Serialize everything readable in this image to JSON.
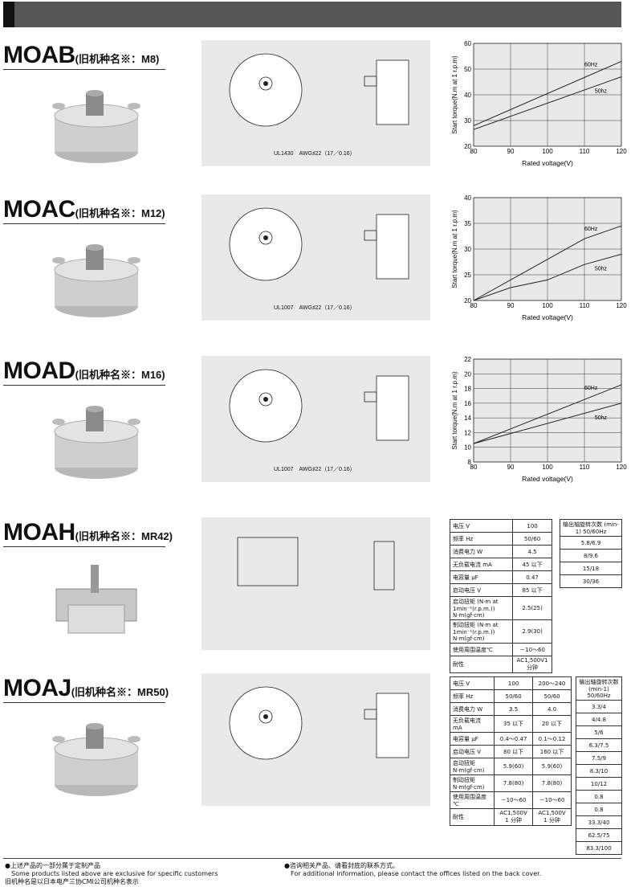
{
  "sections": [
    {
      "model": "MOAB",
      "old": "(旧机种名※：M8)",
      "cable": "UL1430　AWG♯22（17／0.16）",
      "chart_data": {
        "type": "line",
        "xlabel": "Rated voltage(V)",
        "ylabel": "Start torque(N.m at 1 r.p.m)",
        "xlim": [
          80,
          120
        ],
        "ylim": [
          20,
          60
        ],
        "xticks": [
          80,
          90,
          100,
          110,
          120
        ],
        "yticks": [
          20,
          30,
          40,
          50,
          60
        ],
        "series": [
          {
            "name": "60Hz",
            "x": [
              80,
              120
            ],
            "y": [
              28,
              53
            ]
          },
          {
            "name": "50hz",
            "x": [
              80,
              120
            ],
            "y": [
              26.5,
              47
            ]
          }
        ]
      }
    },
    {
      "model": "MOAC",
      "old": "(旧机种名※：M12)",
      "cable": "UL1007　AWG♯22（17／0.16）",
      "chart_data": {
        "type": "line",
        "xlabel": "Rated voltage(V)",
        "ylabel": "Start torque(N.m at 1 r.p.m)",
        "xlim": [
          80,
          120
        ],
        "ylim": [
          20,
          40
        ],
        "xticks": [
          80,
          90,
          100,
          110,
          120
        ],
        "yticks": [
          20,
          25,
          30,
          35,
          40
        ],
        "series": [
          {
            "name": "60Hz",
            "x": [
              80,
              90,
              100,
              110,
              120
            ],
            "y": [
              20,
              24,
              28,
              32,
              34.5
            ]
          },
          {
            "name": "50hz",
            "x": [
              80,
              90,
              100,
              110,
              120
            ],
            "y": [
              20,
              22.5,
              24,
              27,
              29
            ]
          }
        ]
      }
    },
    {
      "model": "MOAD",
      "old": "(旧机种名※：M16)",
      "cable": "UL1007　AWG♯22（17／0.16）",
      "chart_data": {
        "type": "line",
        "xlabel": "Rated voltage(V)",
        "ylabel": "Start torque(N.m at 1 r.p.m)",
        "xlim": [
          80,
          120
        ],
        "ylim": [
          8,
          22
        ],
        "xticks": [
          80,
          90,
          100,
          110,
          120
        ],
        "yticks": [
          8,
          10,
          12,
          14,
          16,
          18,
          20,
          22
        ],
        "series": [
          {
            "name": "60Hz",
            "x": [
              80,
              120
            ],
            "y": [
              10.5,
              18.5
            ]
          },
          {
            "name": "50hz",
            "x": [
              80,
              120
            ],
            "y": [
              10.5,
              16
            ]
          }
        ]
      }
    },
    {
      "model": "MOAH",
      "old": "(旧机种名※：MR42)"
    },
    {
      "model": "MOAJ",
      "old": "(旧机种名※：MR50)"
    }
  ],
  "moah_table": {
    "rows": [
      [
        "电压 V",
        "100"
      ],
      [
        "频率 Hz",
        "50/60"
      ],
      [
        "消费电力 W",
        "4.5"
      ],
      [
        "无负载电流 mA",
        "45 以下"
      ],
      [
        "电容量 μF",
        "0.47"
      ],
      [
        "启动电压 V",
        "85 以下"
      ],
      [
        "启动扭矩 (N·m at 1min⁻¹(r.p.m.)) N·m(gf·cm)",
        "2.5(25)"
      ],
      [
        "制动扭矩 (N·m at 1min⁻¹(r.p.m.)) N·m(gf·cm)",
        "2.9(30)"
      ],
      [
        "使用周围温度℃",
        "－10～60"
      ],
      [
        "耐性",
        "AC1,500V1 分钟"
      ]
    ],
    "speed_header": "输出轴旋转次数 (min-1) 50/60Hz",
    "speeds": [
      "5.8/6.9",
      "8/9.6",
      "15/18",
      "30/36"
    ]
  },
  "moaj_table": {
    "rows": [
      [
        "电压 V",
        "100",
        "200～240"
      ],
      [
        "频率 Hz",
        "50/60",
        "50/60"
      ],
      [
        "消费电力 W",
        "3.5",
        "4.0"
      ],
      [
        "无负载电流 mA",
        "35 以下",
        "20 以下"
      ],
      [
        "电容量 μF",
        "0.4～0.47",
        "0.1～0.12"
      ],
      [
        "启动电压 V",
        "80 以下",
        "160 以下"
      ],
      [
        "启动扭矩 N·m(gf·cm)",
        "5.9(60)",
        "5.9(60)"
      ],
      [
        "制动扭矩 N·m(gf·cm)",
        "7.8(80)",
        "7.8(80)"
      ],
      [
        "使用周围温度 ℃",
        "－10～60",
        "－10～60"
      ],
      [
        "耐性",
        "AC1,500V 1 分钟",
        "AC1,500V 1 分钟"
      ]
    ],
    "speed_header": "输出轴旋转次数 (min-1) 50/60Hz",
    "speeds": [
      "3.3/4",
      "4/4.8",
      "5/6",
      "6.3/7.5",
      "7.5/9",
      "8.3/10",
      "10/12",
      "0.8",
      "0.8",
      "33.3/40",
      "62.5/75",
      "83.3/100"
    ]
  },
  "footer": {
    "l1": "●上述产品的一部分属于定制产品",
    "l2": "Some products listed above are exclusive for specific customers",
    "l3": "旧机种名是以日本电产三协CMI公司机种名表示",
    "r1": "●咨询相关产品、请看封底的联系方式。",
    "r2": "For additional information, please contact the offices listed on the back cover."
  }
}
